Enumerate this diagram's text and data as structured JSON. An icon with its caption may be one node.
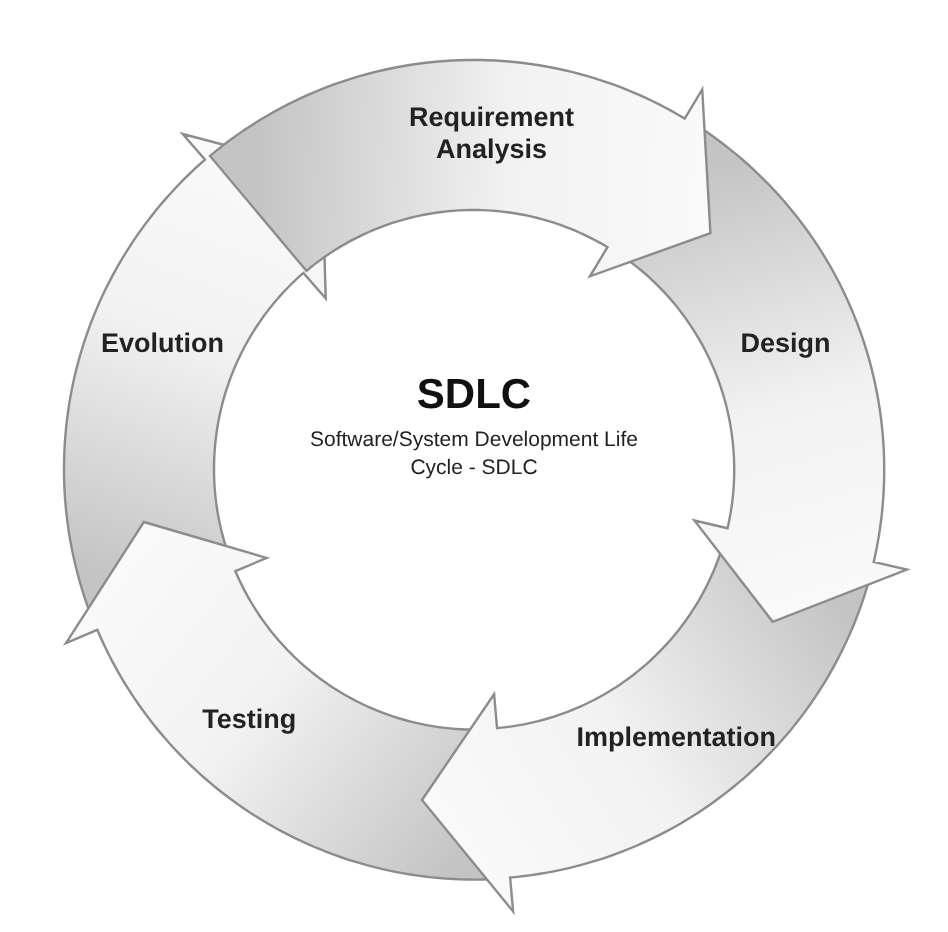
{
  "diagram": {
    "title": "SDLC",
    "nodes": [
      {
        "text": [
          "Requirement Analysis"
        ]
      },
      {
        "text": [
          "Design"
        ]
      },
      {
        "text": [
          "Implementation"
        ]
      },
      {
        "text": [
          "Testing"
        ]
      },
      {
        "text": [
          "Evolution"
        ]
      }
    ],
    "labels": [
      "Software/System Development Life Cycle - SDLC"
    ]
  }
}
